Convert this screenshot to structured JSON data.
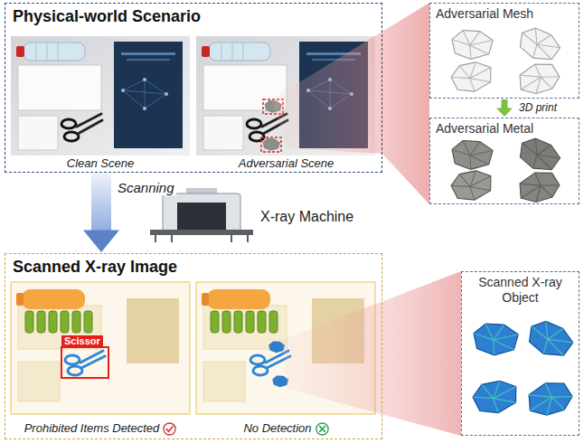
{
  "diagram": {
    "nodes": [
      {
        "text": [
          "Physical-world Scenario"
        ]
      },
      {
        "text": [
          "Clean Scene"
        ],
        "in": 0
      },
      {
        "text": [
          "Adversarial Scene"
        ],
        "in": 0
      },
      {
        "text": [
          "Adversarial Mesh"
        ]
      },
      {
        "text": [
          "Adversarial Metal"
        ]
      },
      {
        "text": [
          "X-ray Machine"
        ]
      },
      {
        "text": [
          "Scanned X-ray Image"
        ]
      },
      {
        "text": [
          "Prohibited Items Detected"
        ],
        "in": 6
      },
      {
        "text": [
          "Scissor"
        ],
        "in": 7
      },
      {
        "text": [
          "No Detection"
        ],
        "in": 6
      },
      {
        "text": [
          "Scanned X-ray Object"
        ]
      }
    ],
    "edges": [
      {
        "from": 0,
        "to": 6,
        "arrow": "to",
        "label": "Scanning"
      },
      {
        "from": 3,
        "to": 4,
        "arrow": "to",
        "label": "3D print"
      }
    ]
  }
}
